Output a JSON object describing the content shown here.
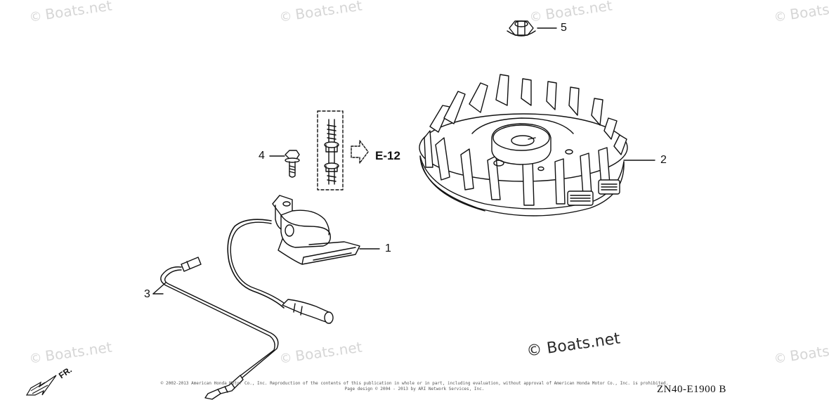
{
  "watermarks": {
    "text": "Boats.net",
    "symbol": "©"
  },
  "brand_mark": "© Boats.net",
  "callouts": {
    "part1": "1",
    "part2": "2",
    "part3": "3",
    "part4": "4",
    "part5": "5"
  },
  "reference_label": "E-12",
  "direction_label": "FR.",
  "diagram_code": "ZN40-E1900 B",
  "copyright": {
    "line1": "© 2002-2013 American Honda Motor Co., Inc. Reproduction of the contents of this publication in whole or in part, including evaluation, without approval of American Honda Motor Co., Inc. is prohibited.",
    "line2": "Page design © 2004 - 2013 by ARI Network Services, Inc."
  }
}
